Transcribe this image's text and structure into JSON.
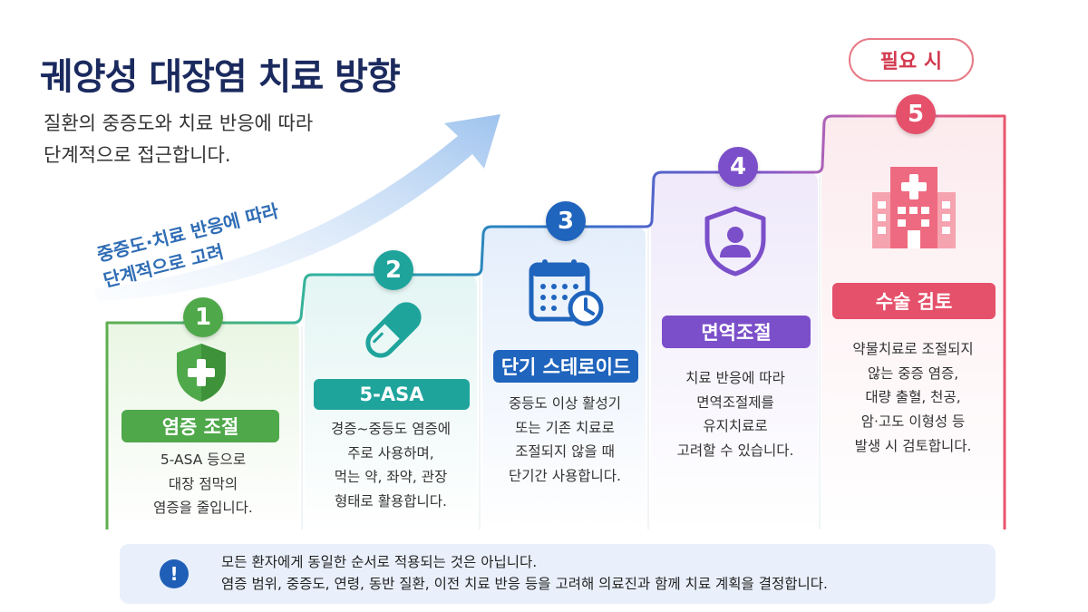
{
  "title": "궤양성 대장염 치료 방향",
  "subtitle": [
    "질환의 중증도와 치료 반응에 따라",
    "단계적으로 접근합니다."
  ],
  "arrow_label": [
    "중증도·치료 반응에 따라",
    "단계적으로 고려"
  ],
  "optional_badge": "필요 시",
  "steps": [
    {
      "num": "1",
      "label": "염증 조절",
      "icon": "shield-plus-icon",
      "color": "#4fa84a",
      "desc": [
        "5-ASA 등으로",
        "대장 점막의",
        "염증을 줄입니다."
      ]
    },
    {
      "num": "2",
      "label": "5-ASA",
      "icon": "capsule-icon",
      "color": "#1fa49c",
      "desc": [
        "경증~중등도 염증에",
        "주로 사용하며,",
        "먹는 약, 좌약, 관장",
        "형태로 활용합니다."
      ]
    },
    {
      "num": "3",
      "label": "단기 스테로이드",
      "icon": "calendar-clock-icon",
      "color": "#1f64bd",
      "desc": [
        "중등도 이상 활성기",
        "또는 기존 치료로",
        "조절되지 않을 때",
        "단기간 사용합니다."
      ]
    },
    {
      "num": "4",
      "label": "면역조절",
      "icon": "shield-person-icon",
      "color": "#7b4fc9",
      "desc": [
        "치료 반응에 따라",
        "면역조절제를",
        "유지치료로",
        "고려할 수 있습니다."
      ]
    },
    {
      "num": "5",
      "label": "수술 검토",
      "icon": "hospital-icon",
      "color": "#e5506a",
      "desc": [
        "약물치료로 조절되지",
        "않는 중증 염증,",
        "대량 출혈, 천공,",
        "암·고도 이형성 등",
        "발생 시 검토합니다."
      ]
    }
  ],
  "note": {
    "icon": "exclamation-icon",
    "lines": [
      "모든 환자에게 동일한 순서로 적용되는 것은 아닙니다.",
      "염증 범위, 중증도, 연령, 동반 질환, 이전 치료 반응 등을 고려해 의료진과 함께 치료 계획을 결정합니다."
    ]
  }
}
